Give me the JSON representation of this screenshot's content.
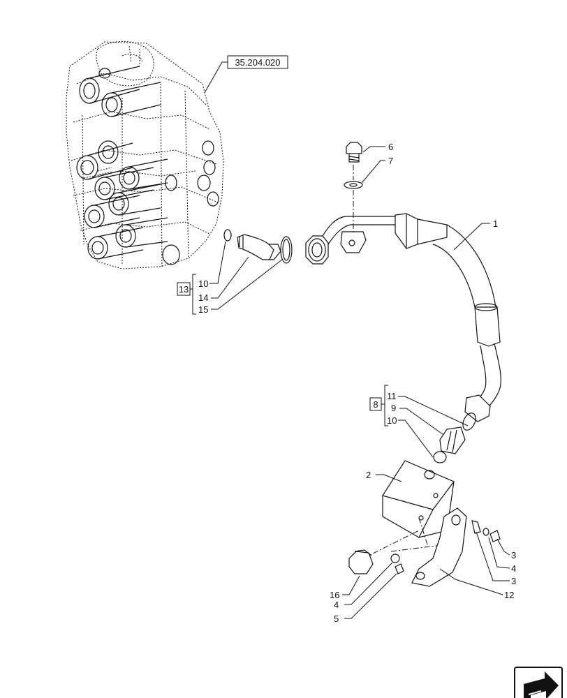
{
  "diagram": {
    "reference_code": "35.204.020",
    "group_13": "13",
    "group_8": "8",
    "labels": {
      "l1": "1",
      "l2": "2",
      "l3a": "3",
      "l3b": "3",
      "l4a": "4",
      "l4b": "4",
      "l5": "5",
      "l6": "6",
      "l7": "7",
      "l9": "9",
      "l10a": "10",
      "l10b": "10",
      "l11": "11",
      "l12": "12",
      "l14": "14",
      "l15": "15",
      "l16": "16"
    },
    "nav_icon": "next-page-arrow-icon"
  }
}
